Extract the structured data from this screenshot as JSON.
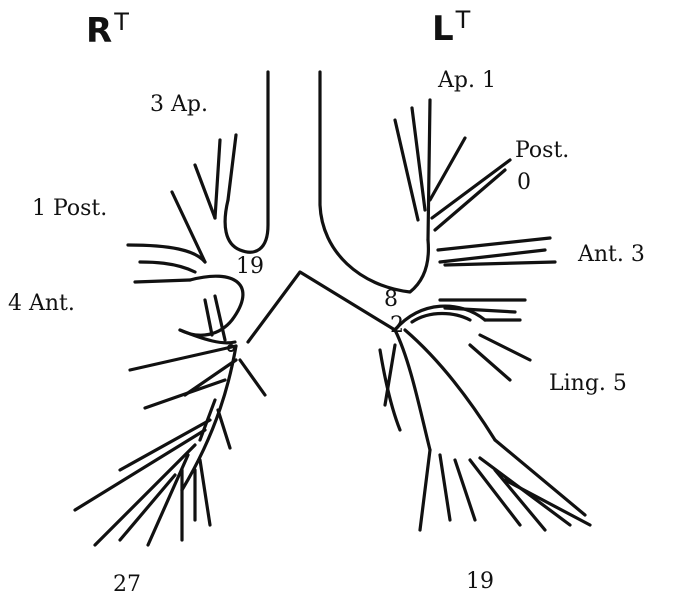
{
  "header": {
    "right": {
      "letter": "R",
      "sup": "T"
    },
    "left": {
      "letter": "L",
      "sup": "T"
    }
  },
  "right_lung": {
    "apical": "3  Ap.",
    "posterior": "1  Post.",
    "anterior": "4  Ant.",
    "upper_count": "19",
    "lower_count": "27"
  },
  "left_lung": {
    "apical": "Ap.  1",
    "posterior_label": "Post.",
    "posterior_count": "0",
    "anterior": "Ant.  3",
    "lingula": "Ling.  5",
    "upper_count": "8",
    "lingula_count": "2",
    "lower_count": "19"
  },
  "colors": {
    "ink": "#111111",
    "background": "#ffffff"
  }
}
